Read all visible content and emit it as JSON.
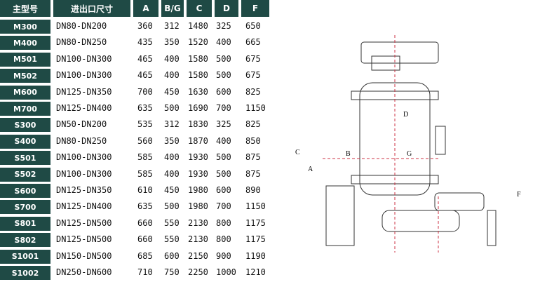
{
  "headers": [
    "主型号",
    "进出口尺寸",
    "A",
    "B/G",
    "C",
    "D",
    "F"
  ],
  "rows": [
    [
      "M300",
      "DN80-DN200",
      "360",
      "312",
      "1480",
      "325",
      "650"
    ],
    [
      "M400",
      "DN80-DN250",
      "435",
      "350",
      "1520",
      "400",
      "665"
    ],
    [
      "M501",
      "DN100-DN300",
      "465",
      "400",
      "1580",
      "500",
      "675"
    ],
    [
      "M502",
      "DN100-DN300",
      "465",
      "400",
      "1580",
      "500",
      "675"
    ],
    [
      "M600",
      "DN125-DN350",
      "700",
      "450",
      "1630",
      "600",
      "825"
    ],
    [
      "M700",
      "DN125-DN400",
      "635",
      "500",
      "1690",
      "700",
      "1150"
    ],
    [
      "S300",
      "DN50-DN200",
      "535",
      "312",
      "1830",
      "325",
      "825"
    ],
    [
      "S400",
      "DN80-DN250",
      "560",
      "350",
      "1870",
      "400",
      "850"
    ],
    [
      "S501",
      "DN100-DN300",
      "585",
      "400",
      "1930",
      "500",
      "875"
    ],
    [
      "S502",
      "DN100-DN300",
      "585",
      "400",
      "1930",
      "500",
      "875"
    ],
    [
      "S600",
      "DN125-DN350",
      "610",
      "450",
      "1980",
      "600",
      "890"
    ],
    [
      "S700",
      "DN125-DN400",
      "635",
      "500",
      "1980",
      "700",
      "1150"
    ],
    [
      "S801",
      "DN125-DN500",
      "660",
      "550",
      "2130",
      "800",
      "1175"
    ],
    [
      "S802",
      "DN125-DN500",
      "660",
      "550",
      "2130",
      "800",
      "1175"
    ],
    [
      "S1001",
      "DN150-DN500",
      "685",
      "600",
      "2150",
      "900",
      "1190"
    ],
    [
      "S1002",
      "DN250-DN600",
      "710",
      "750",
      "2250",
      "1000",
      "1210"
    ]
  ],
  "drawing": {
    "labels": {
      "a": "A",
      "b": "B",
      "c": "C",
      "d": "D",
      "f": "F",
      "g": "G"
    },
    "colors": {
      "header_bg": "#1f4a45",
      "line": "#333333",
      "centerline": "#cc3344"
    }
  }
}
